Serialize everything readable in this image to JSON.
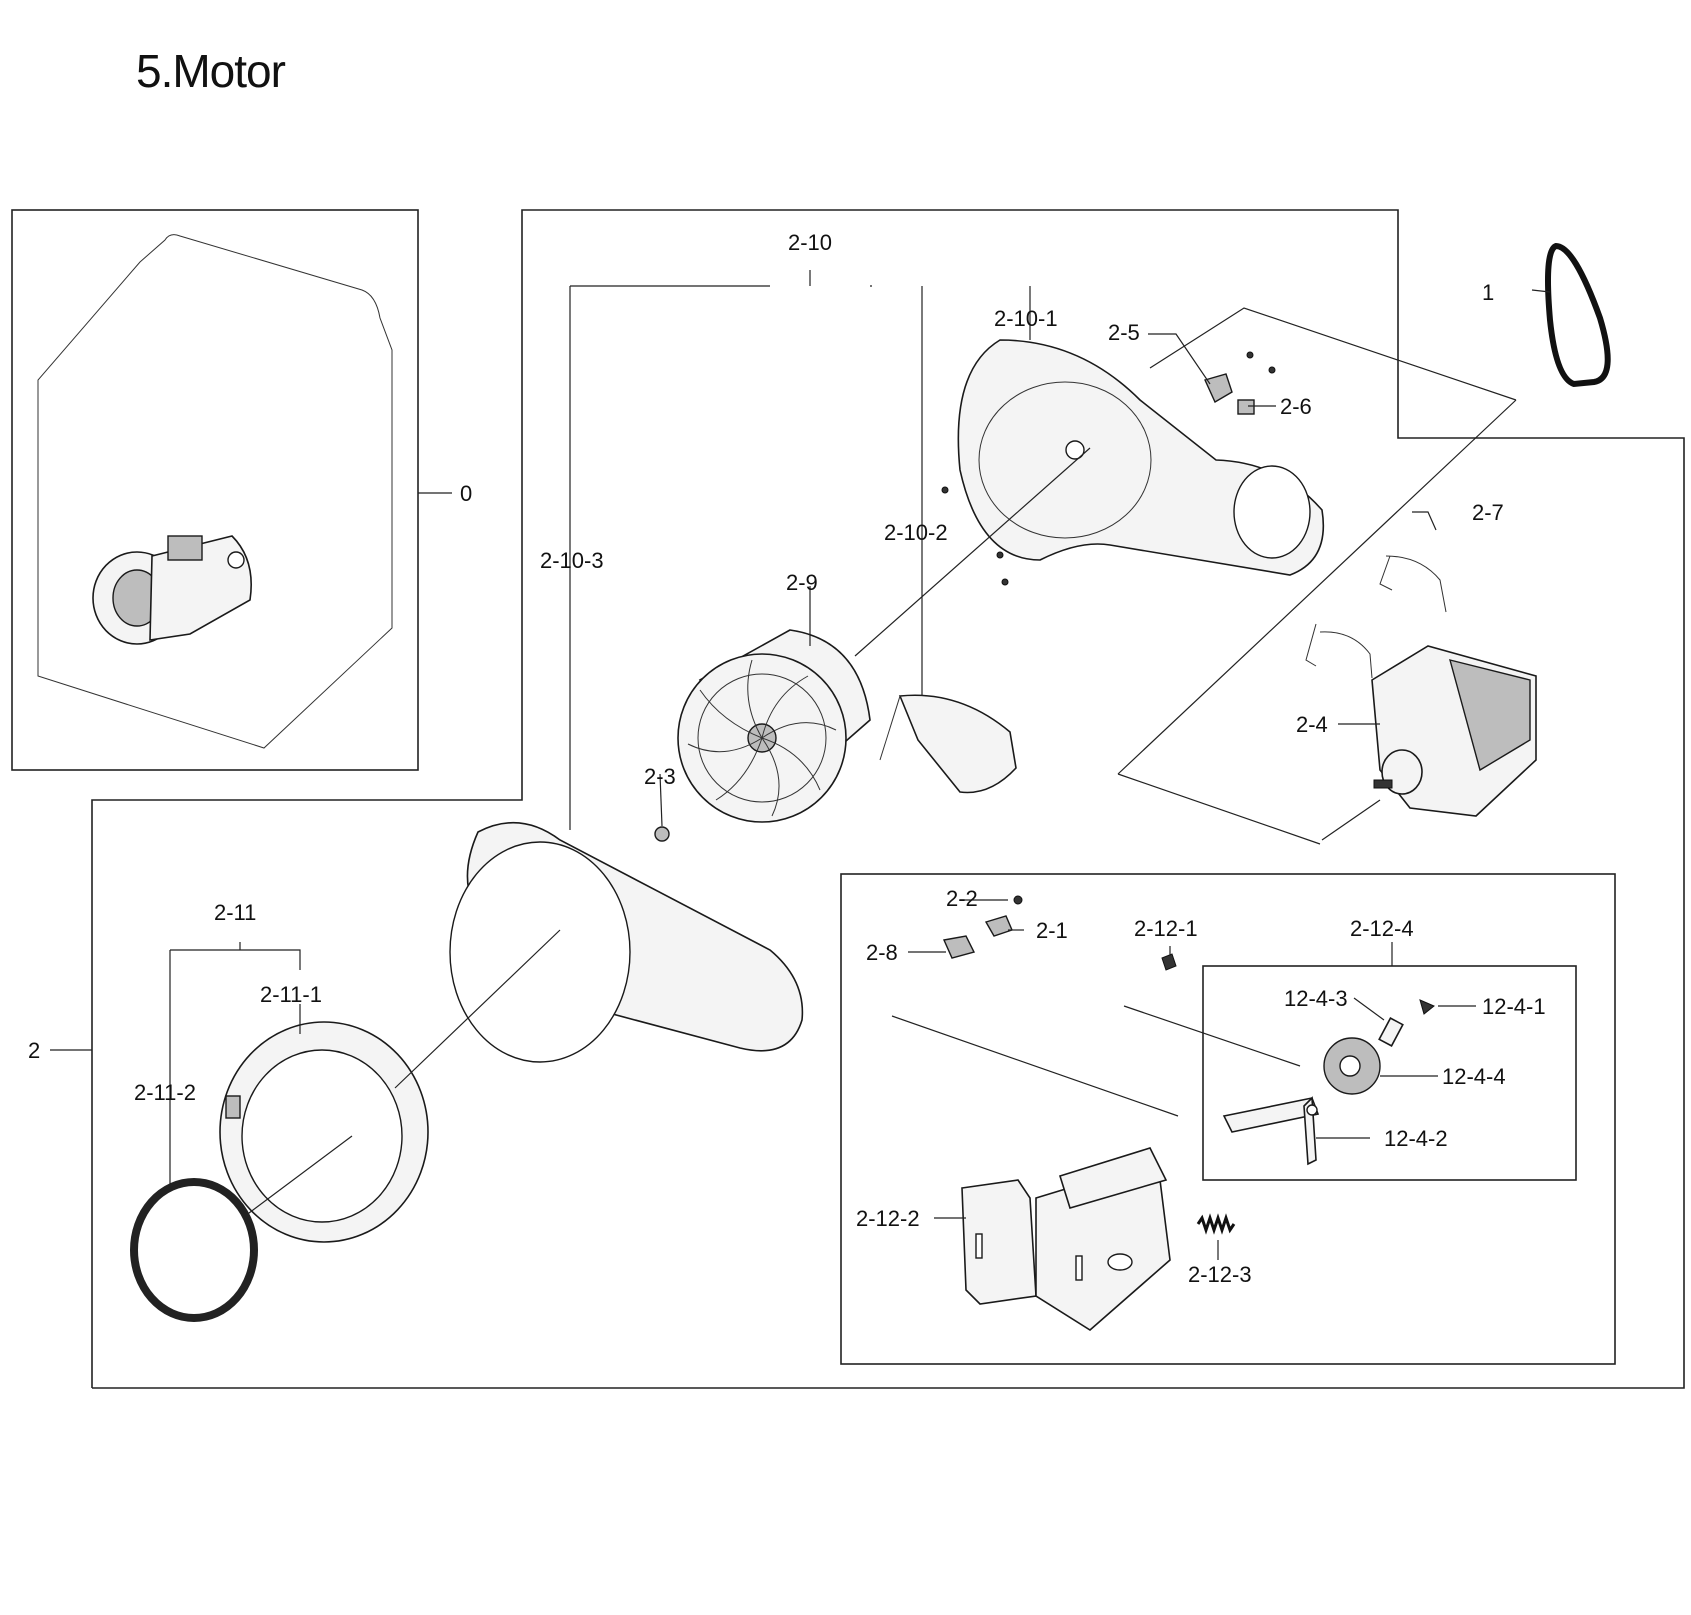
{
  "title": "5.Motor",
  "labels": {
    "p0": "0",
    "p1": "1",
    "p2": "2",
    "p2_1": "2-1",
    "p2_2": "2-2",
    "p2_3": "2-3",
    "p2_4": "2-4",
    "p2_5": "2-5",
    "p2_6": "2-6",
    "p2_7": "2-7",
    "p2_8": "2-8",
    "p2_9": "2-9",
    "p2_10": "2-10",
    "p2_10_1": "2-10-1",
    "p2_10_2": "2-10-2",
    "p2_10_3": "2-10-3",
    "p2_11": "2-11",
    "p2_11_1": "2-11-1",
    "p2_11_2": "2-11-2",
    "p2_12_1": "2-12-1",
    "p2_12_2": "2-12-2",
    "p2_12_3": "2-12-3",
    "p2_12_4": "2-12-4",
    "p12_4_1": "12-4-1",
    "p12_4_2": "12-4-2",
    "p12_4_3": "12-4-3",
    "p12_4_4": "12-4-4"
  }
}
